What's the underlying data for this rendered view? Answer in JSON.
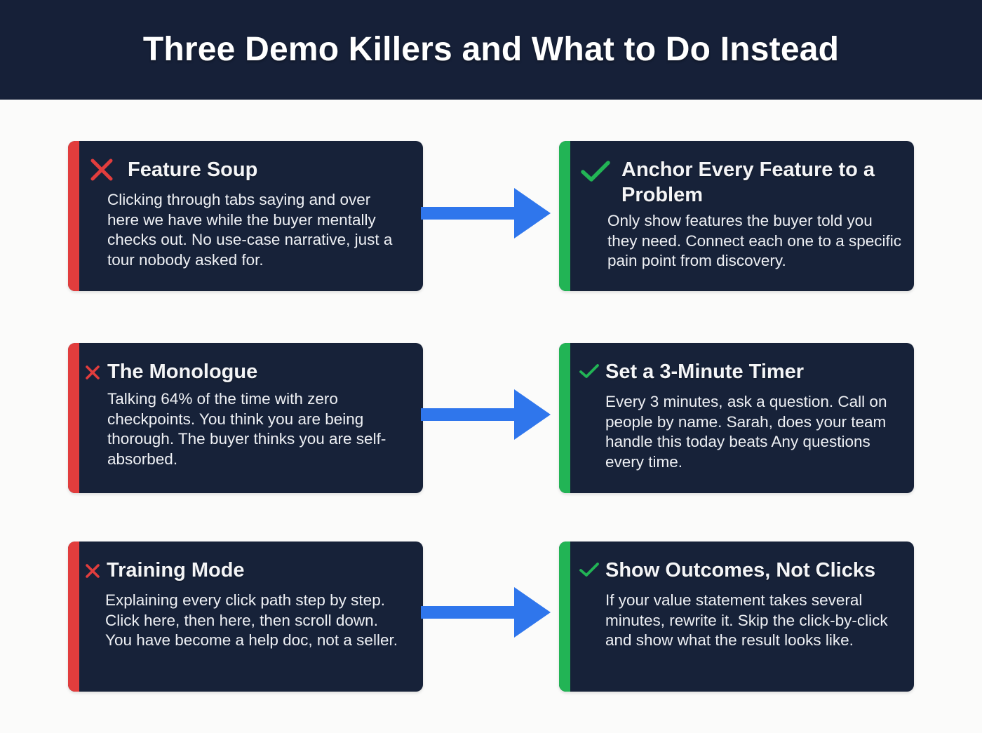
{
  "header": {
    "title": "Three Demo Killers and What to Do Instead"
  },
  "colors": {
    "header_bg": "#162038",
    "card_bg": "#172239",
    "bad_accent": "#e23d3d",
    "good_accent": "#22b455",
    "arrow": "#2f76ec",
    "page_bg": "#fbfbfa"
  },
  "rows": [
    {
      "killer": {
        "icon": "x-icon",
        "title": "Feature Soup",
        "body": "Clicking through tabs saying and over here we have while the buyer mentally checks out. No use-case narrative, just a tour nobody asked for."
      },
      "fix": {
        "icon": "check-icon",
        "title": "Anchor Every Feature to a Problem",
        "body": "Only show features the buyer told you they need. Connect each one to a specific pain point from discovery."
      }
    },
    {
      "killer": {
        "icon": "x-icon",
        "title": "The Monologue",
        "body": "Talking 64% of the time with zero checkpoints. You think you are being thorough. The buyer thinks you are self-absorbed."
      },
      "fix": {
        "icon": "check-icon",
        "title": "Set a 3-Minute Timer",
        "body": "Every 3 minutes, ask a question. Call on people by name. Sarah, does your team handle this today beats Any questions every time."
      }
    },
    {
      "killer": {
        "icon": "x-icon",
        "title": "Training Mode",
        "body": "Explaining every click path step by step. Click here, then here, then scroll down. You have become a help doc, not a seller."
      },
      "fix": {
        "icon": "check-icon",
        "title": "Show Outcomes, Not Clicks",
        "body": "If your value statement takes several minutes, rewrite it. Skip the click-by-click and show what the result looks like."
      }
    }
  ]
}
